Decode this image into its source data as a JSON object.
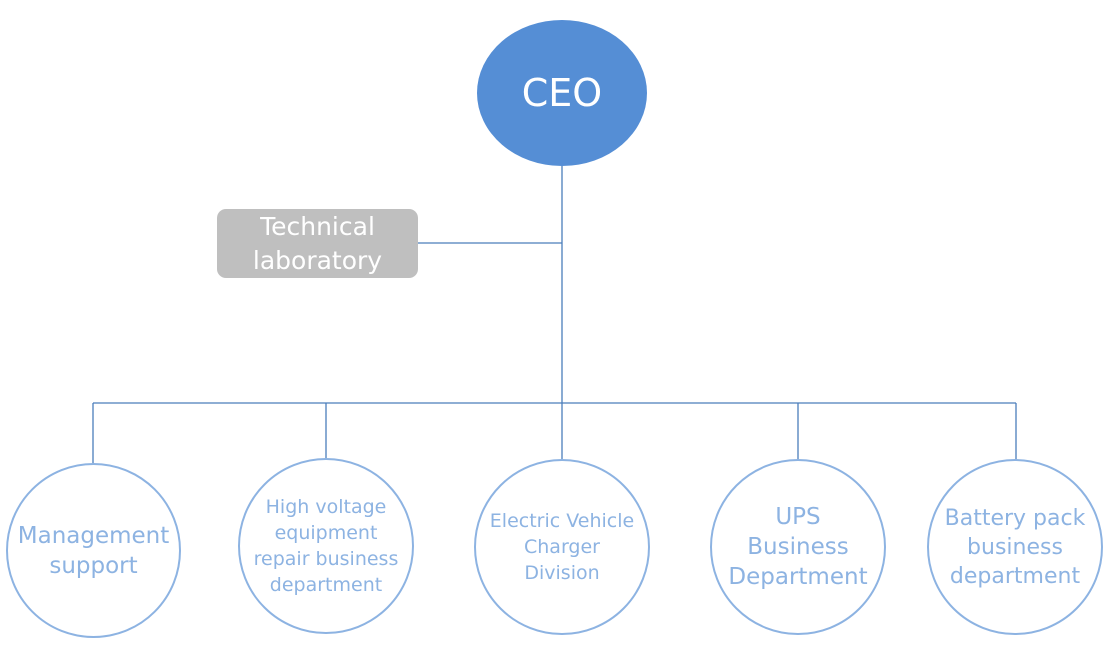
{
  "org_chart": {
    "ceo": {
      "label": "CEO"
    },
    "technical_laboratory": {
      "label": "Technical laboratory"
    },
    "departments": [
      {
        "label": "Management support"
      },
      {
        "label": "High voltage equipment repair business department"
      },
      {
        "label": "Electric Vehicle Charger Division"
      },
      {
        "label": "UPS Business Department"
      },
      {
        "label": "Battery pack business department"
      }
    ]
  },
  "colors": {
    "ceo_fill": "#558ed5",
    "lab_fill": "#bfbfbf",
    "department_outline": "#8db3e2",
    "connector": "#4a7ebb"
  }
}
